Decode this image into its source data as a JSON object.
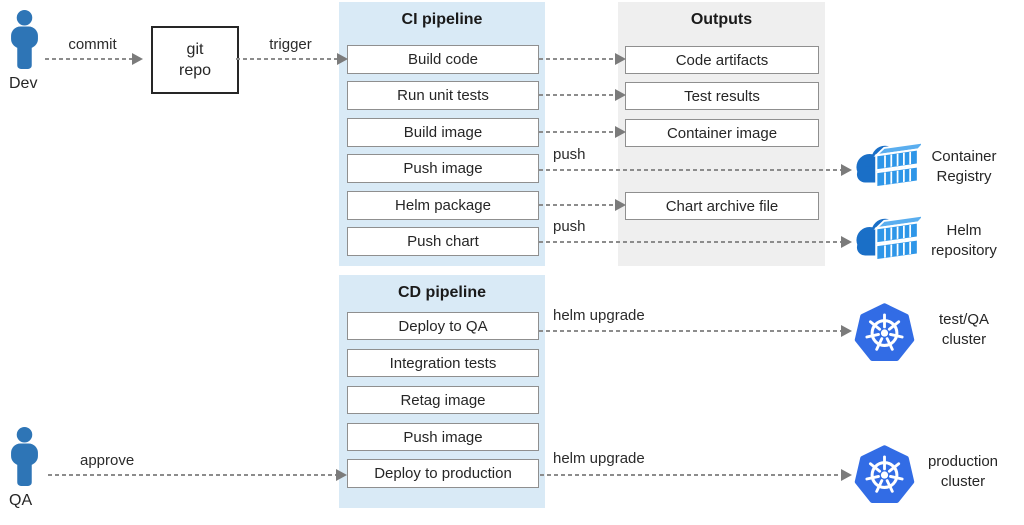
{
  "actors": {
    "dev_label": "Dev",
    "qa_label": "QA"
  },
  "git_repo": {
    "line1": "git",
    "line2": "repo"
  },
  "edges": {
    "commit": "commit",
    "trigger": "trigger",
    "push_image": "push",
    "push_chart": "push",
    "helm_upgrade_qa": "helm upgrade",
    "helm_upgrade_prod": "helm upgrade",
    "approve": "approve"
  },
  "ci_pipeline": {
    "title": "CI pipeline",
    "steps": [
      "Build code",
      "Run unit tests",
      "Build image",
      "Push image",
      "Helm package",
      "Push chart"
    ]
  },
  "outputs": {
    "title": "Outputs",
    "items": [
      "Code artifacts",
      "Test results",
      "Container image",
      "Chart archive file"
    ]
  },
  "cd_pipeline": {
    "title": "CD pipeline",
    "steps": [
      "Deploy to QA",
      "Integration tests",
      "Retag image",
      "Push image",
      "Deploy to production"
    ]
  },
  "targets": {
    "container_registry": {
      "line1": "Container",
      "line2": "Registry"
    },
    "helm_repository": {
      "line1": "Helm",
      "line2": "repository"
    },
    "test_qa_cluster": {
      "line1": "test/QA",
      "line2": "cluster"
    },
    "production_cluster": {
      "line1": "production",
      "line2": "cluster"
    }
  },
  "colors": {
    "pipeline_bg": "#d9eaf6",
    "outputs_bg": "#efefef",
    "actor_blue": "#2e75b6",
    "cloud_blue": "#1a6fc7",
    "container_blue": "#2e96e8",
    "kubernetes_blue": "#326ce5",
    "arrow_gray": "#8c8c8c"
  }
}
